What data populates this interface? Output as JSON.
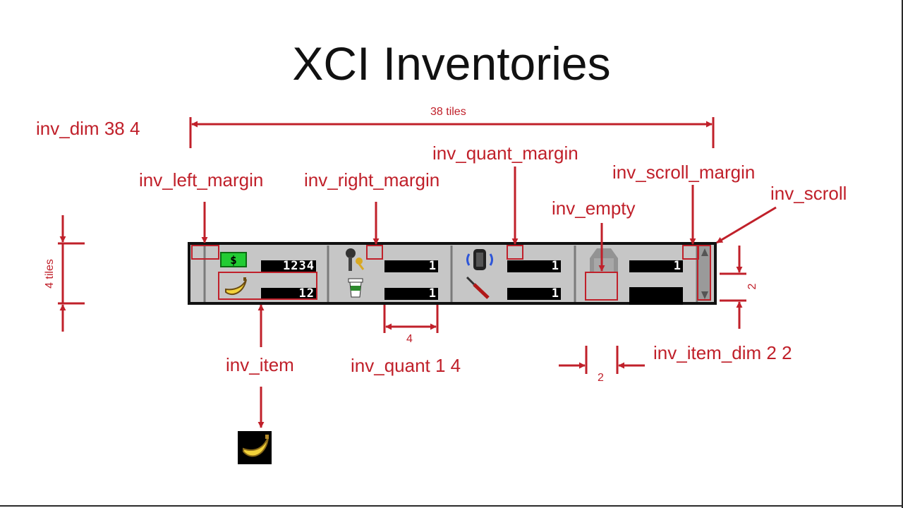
{
  "title": "XCI Inventories",
  "labels": {
    "inv_dim": "inv_dim 38 4",
    "width_tiles": "38 tiles",
    "left_margin": "inv_left_margin",
    "right_margin": "inv_right_margin",
    "quant_margin": "inv_quant_margin",
    "scroll_margin": "inv_scroll_margin",
    "empty": "inv_empty",
    "scroll": "inv_scroll",
    "height_tiles": "4 tiles",
    "item_height": "2",
    "item": "inv_item",
    "quant": "inv_quant 1 4",
    "quant_width": "4",
    "item_dim": "inv_item_dim 2 2",
    "item_width": "2"
  },
  "inventory": {
    "quantities": [
      "1234",
      "12",
      "1",
      "1",
      "1",
      "1",
      "1"
    ]
  },
  "icons": [
    "money-icon",
    "banana-icon",
    "keys-icon",
    "coffee-cup-icon",
    "radio-icon",
    "screwdriver-icon",
    "empty-slot-icon",
    "scrollbar-icon",
    "banana-item-icon"
  ],
  "colors": {
    "annotation": "#c0202a",
    "panel": "#c6c6c6",
    "panel_border": "#111111",
    "quantity_box": "#000000"
  }
}
